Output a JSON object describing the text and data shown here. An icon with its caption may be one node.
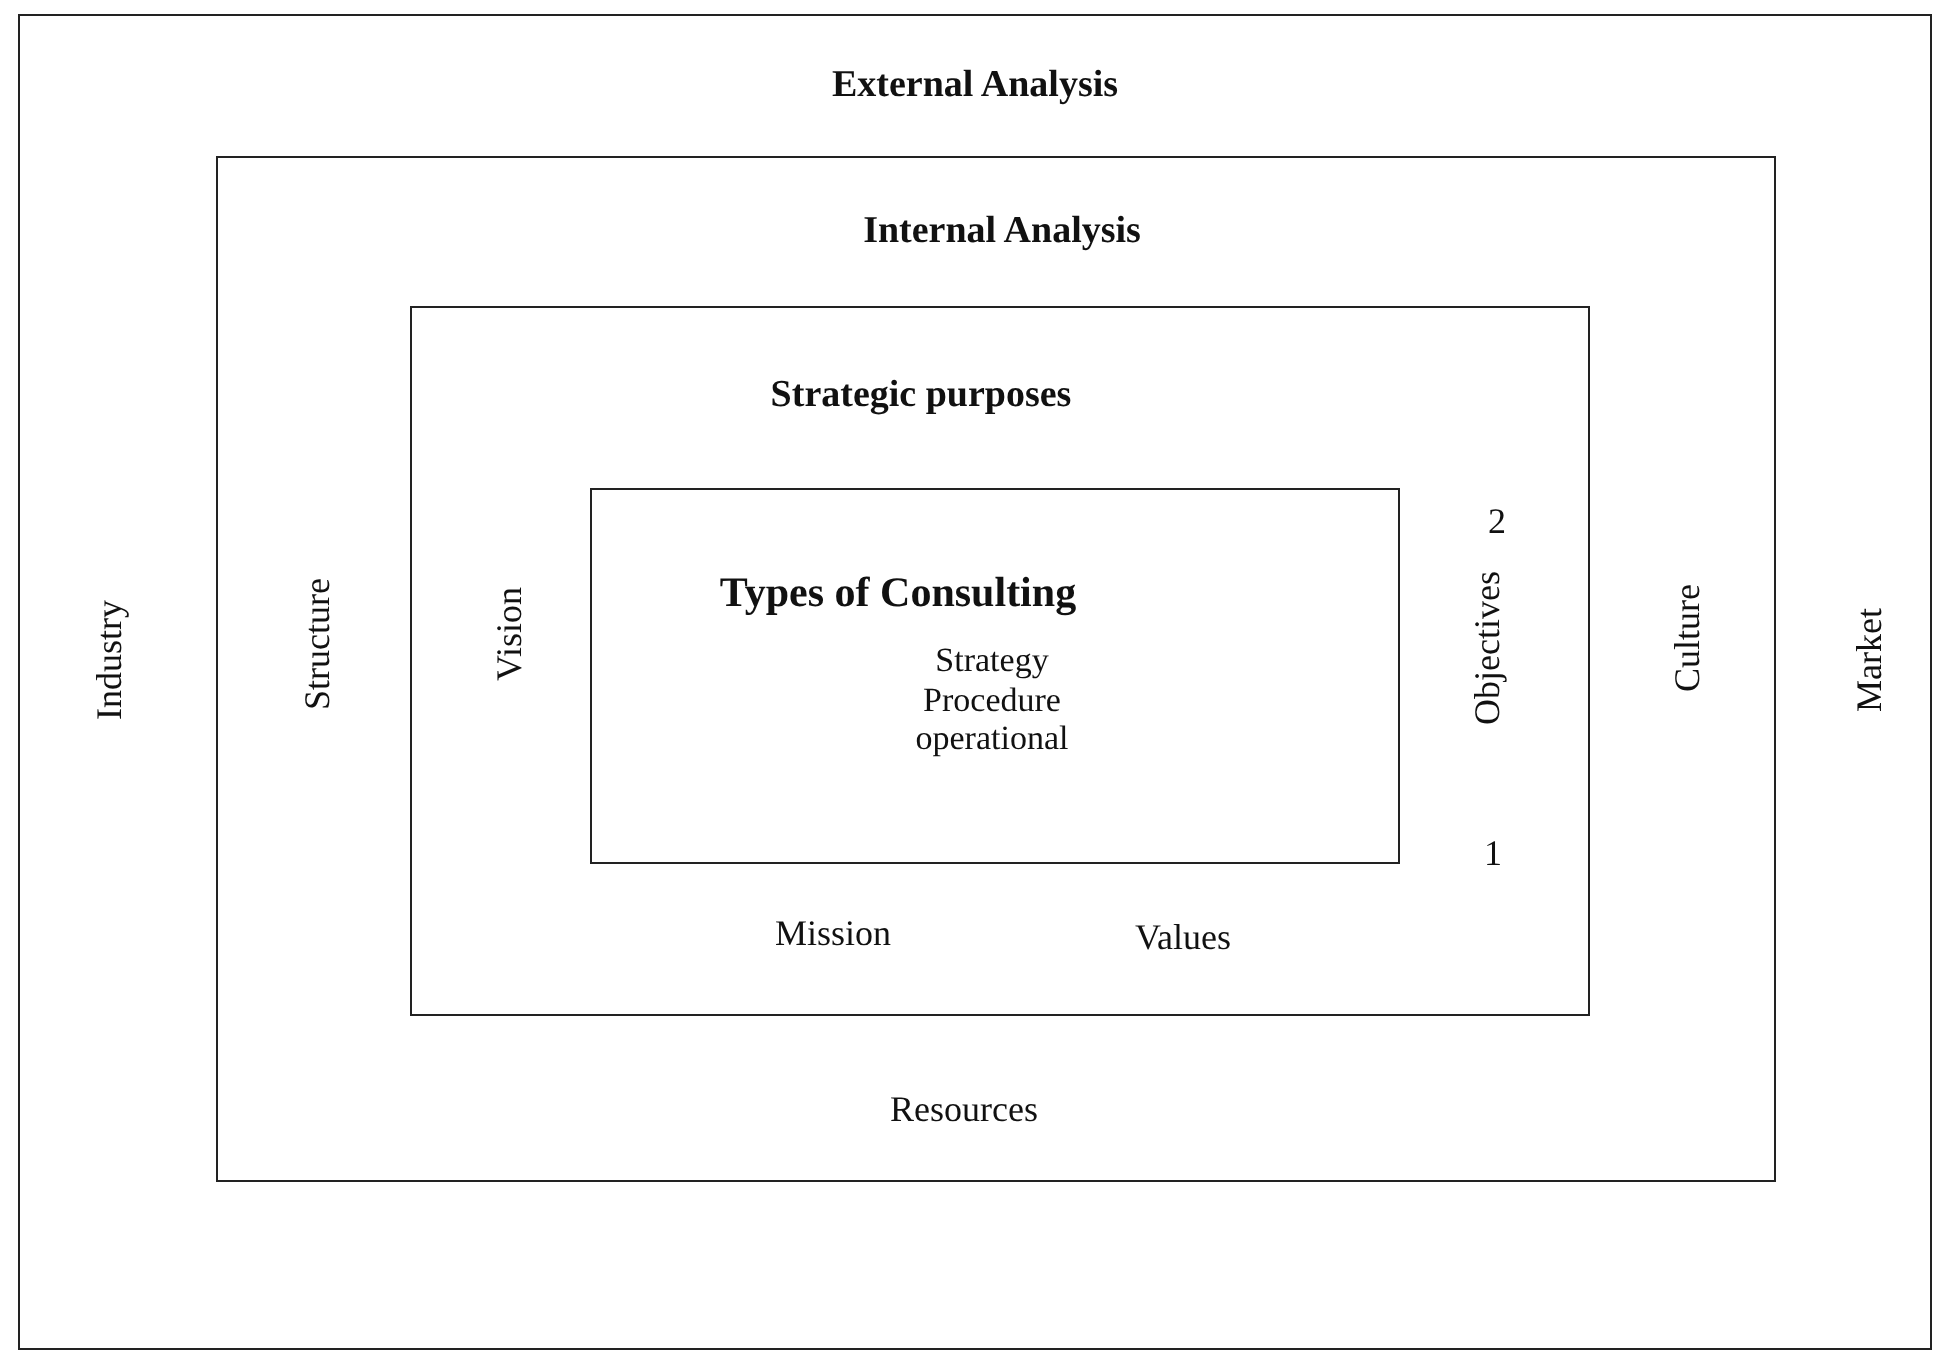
{
  "diagram": {
    "nodes": [
      {
        "text": [
          "External Analysis",
          "Industry",
          "Market"
        ]
      },
      {
        "text": [
          "Internal Analysis",
          "Structure",
          "Culture",
          "Resources"
        ],
        "in": 0
      },
      {
        "text": [
          "Strategic purposes",
          "Vision",
          "2",
          "Objectives",
          "1",
          "Mission",
          "Values"
        ],
        "in": 1
      },
      {
        "text": [
          "Types of Consulting",
          "Strategy Procedure operational"
        ],
        "in": 2
      }
    ]
  }
}
